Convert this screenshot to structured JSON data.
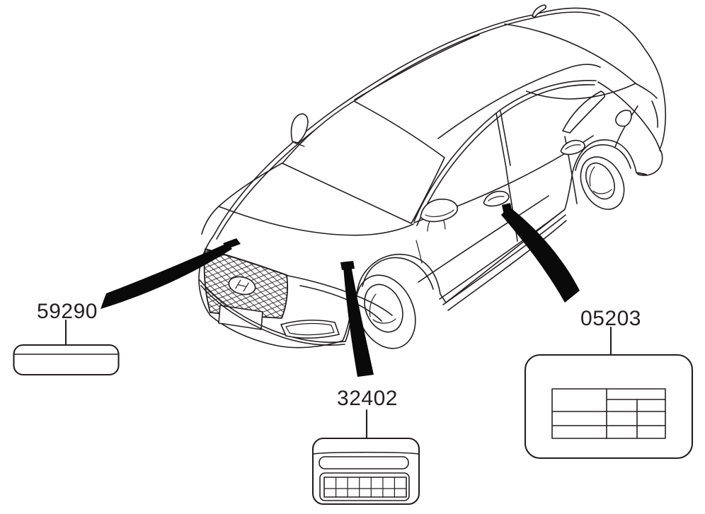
{
  "diagram": {
    "type": "vehicle-label-location-parts-diagram",
    "subject": "sedan-isometric-line-drawing",
    "colors": {
      "background": "#ffffff",
      "line_color": "#231f20",
      "arrow_color": "#0a0a0a"
    },
    "callouts": [
      {
        "part_number": "59290",
        "label_style": "blank-pill-label",
        "location": "hood-cowl-front"
      },
      {
        "part_number": "32402",
        "label_style": "strip-and-grid-label",
        "location": "hood-edge-front-fender"
      },
      {
        "part_number": "05203",
        "label_style": "spec-table-label",
        "location": "front-door-rear-edge"
      }
    ]
  }
}
